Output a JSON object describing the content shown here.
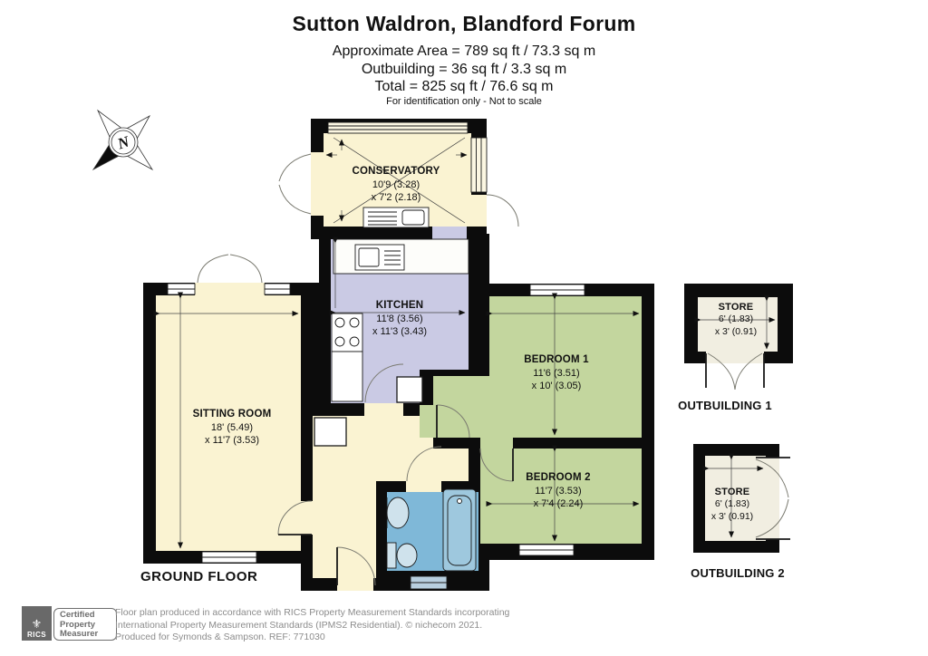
{
  "header": {
    "title": "Sutton Waldron, Blandford Forum",
    "area_line1": "Approximate Area = 789 sq ft / 73.3 sq m",
    "area_line2": "Outbuilding = 36 sq ft / 3.3 sq m",
    "area_line3": "Total = 825 sq ft / 76.6 sq m",
    "disclaimer": "For identification only - Not to scale"
  },
  "compass": {
    "label": "N"
  },
  "floor": {
    "label": "GROUND FLOOR"
  },
  "rooms": [
    {
      "name": "CONSERVATORY",
      "dim1": "10'9 (3.28)",
      "dim2": "x 7'2 (2.18)"
    },
    {
      "name": "KITCHEN",
      "dim1": "11'8 (3.56)",
      "dim2": "x 11'3 (3.43)"
    },
    {
      "name": "SITTING ROOM",
      "dim1": "18' (5.49)",
      "dim2": "x 11'7 (3.53)"
    },
    {
      "name": "BEDROOM 1",
      "dim1": "11'6 (3.51)",
      "dim2": "x 10' (3.05)"
    },
    {
      "name": "BEDROOM 2",
      "dim1": "11'7 (3.53)",
      "dim2": "x 7'4 (2.24)"
    },
    {
      "name": "STORE",
      "dim1": "6' (1.83)",
      "dim2": "x 3' (0.91)"
    },
    {
      "name": "STORE",
      "dim1": "6' (1.83)",
      "dim2": "x 3' (0.91)"
    }
  ],
  "outbuildings": {
    "label1": "OUTBUILDING 1",
    "label2": "OUTBUILDING 2"
  },
  "footer": {
    "rics_brand": "RICS",
    "badge_line1": "Certified",
    "badge_line2": "Property",
    "badge_line3": "Measurer",
    "line1": "Floor plan produced in accordance with RICS Property Measurement Standards incorporating",
    "line2": "International Property Measurement Standards (IPMS2 Residential).   © nichecom 2021.",
    "line3": "Produced for Symonds & Sampson.    REF: 771030"
  },
  "colors": {
    "wall": "#0c0c0c",
    "cream_room": "#FAF3D2",
    "kitchen": "#CACAE4",
    "bedroom": "#C3D69E",
    "bathroom": "#7FB8D8",
    "store": "#F1EEE1",
    "bath_window": "#B8CFDF",
    "footer_gray": "#8c8c8c"
  }
}
